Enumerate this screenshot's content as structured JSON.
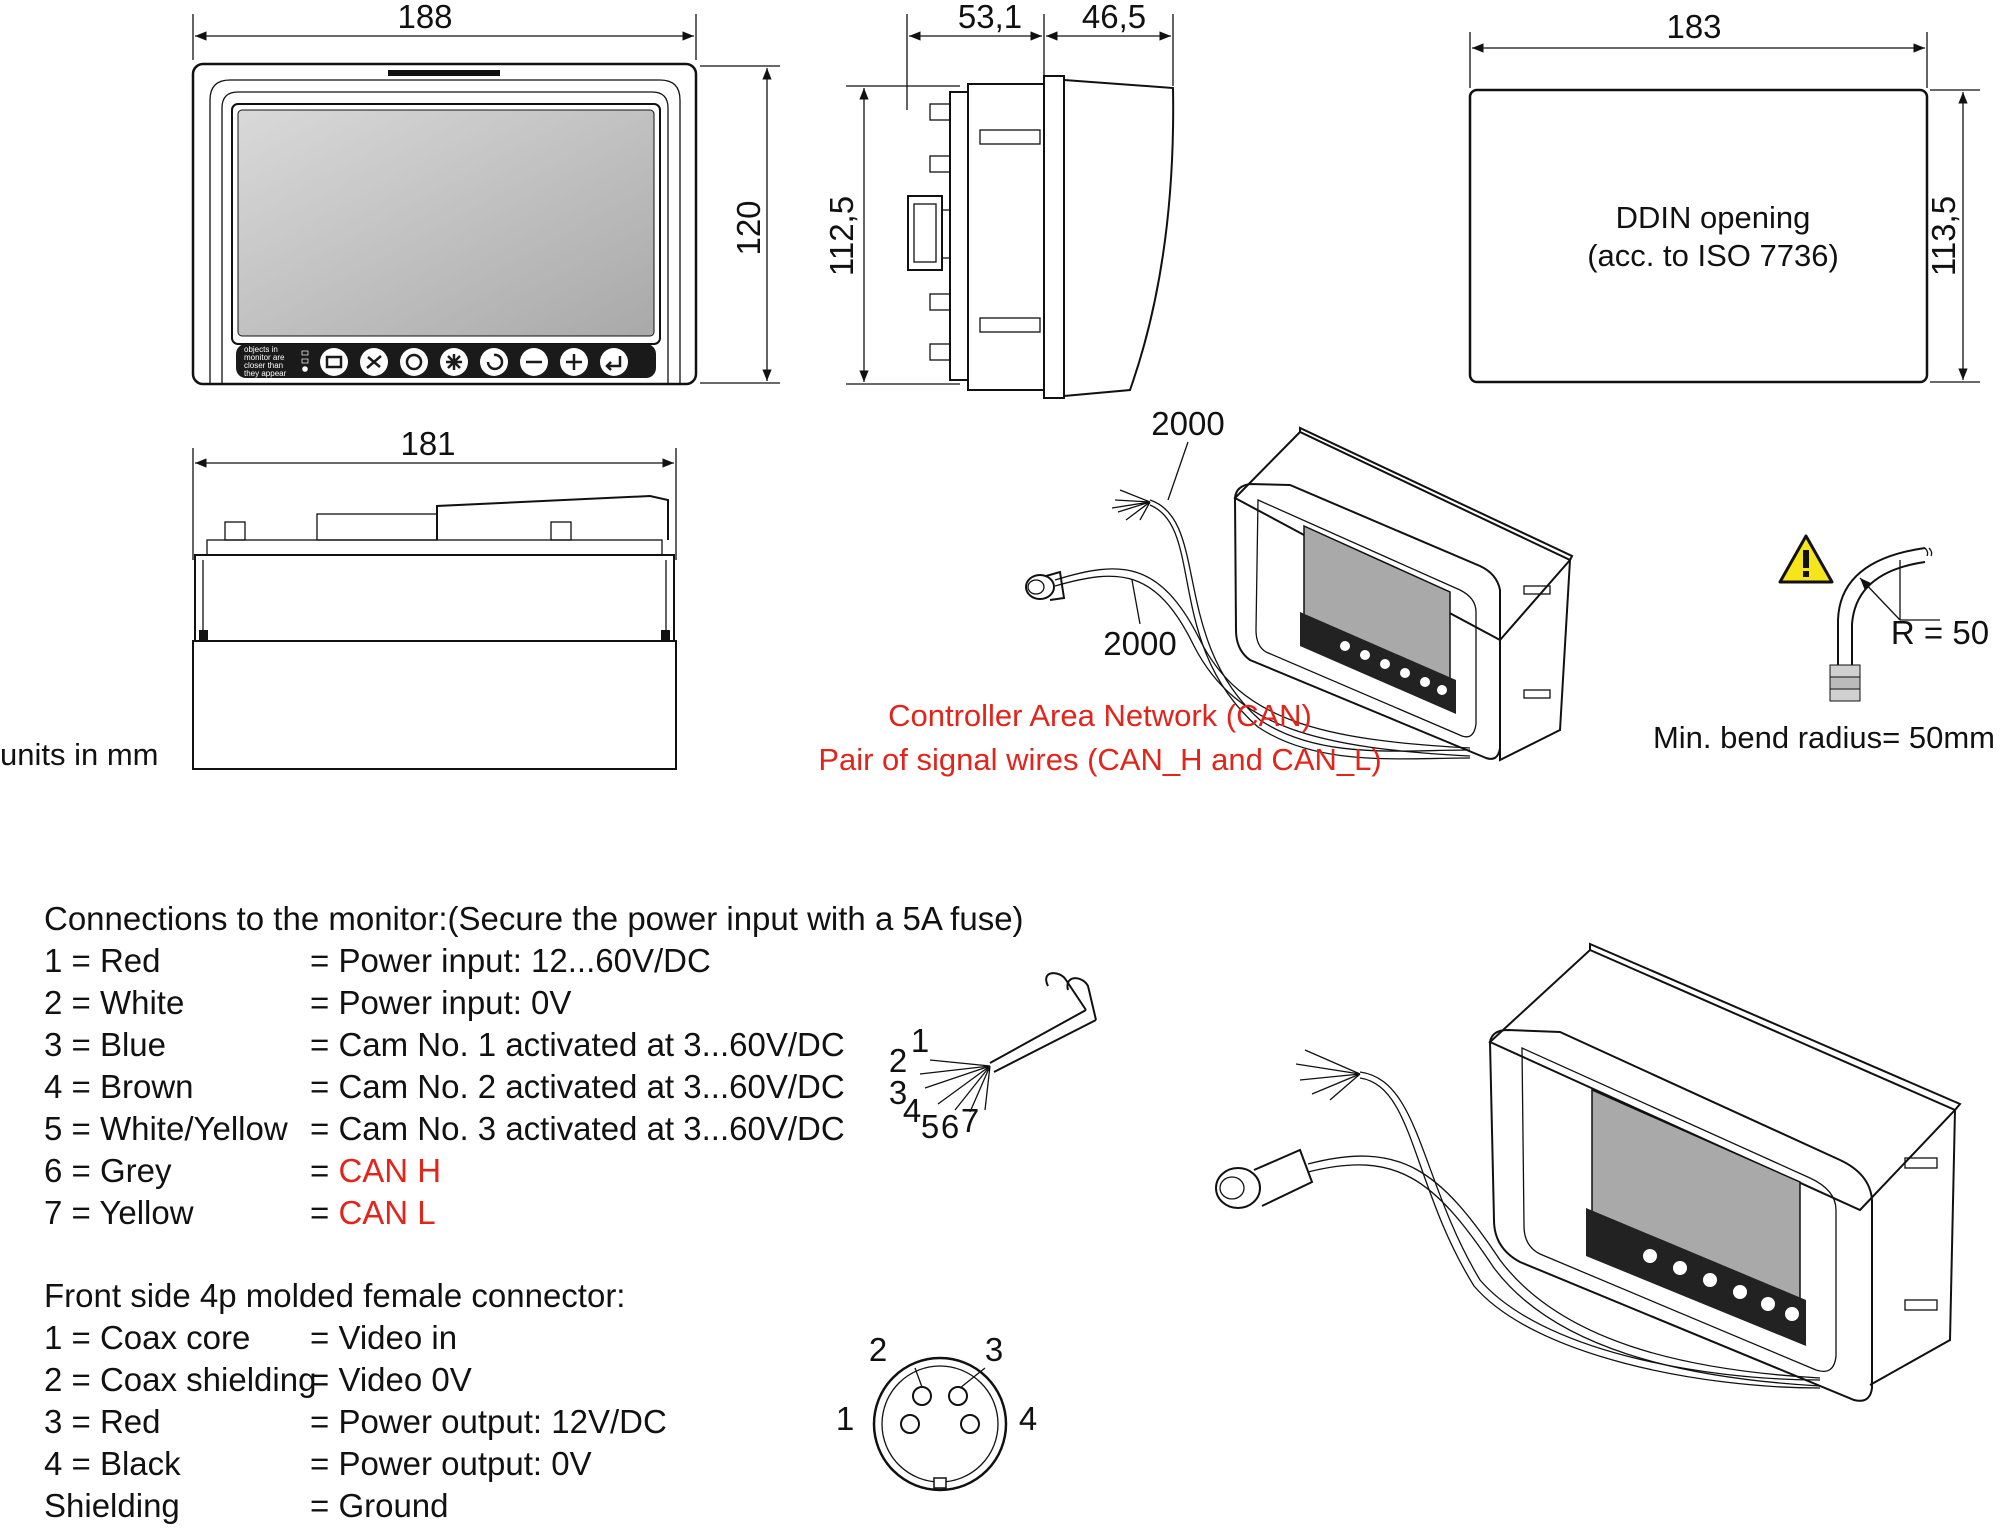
{
  "dimensions": {
    "front_width": "188",
    "front_height": "120",
    "side_depth_a": "53,1",
    "side_depth_b": "46,5",
    "side_height": "112,5",
    "opening_width": "183",
    "opening_height": "113,5",
    "top_width": "181",
    "cable_length_1": "2000",
    "cable_length_2": "2000",
    "bend_radius": "R = 50"
  },
  "labels": {
    "units": "units in mm",
    "opening_title": "DDIN opening",
    "opening_subtitle": "(acc. to ISO 7736)",
    "can_line1": "Controller Area Network (CAN)",
    "can_line2": "Pair of signal wires (CAN_H and CAN_L)",
    "min_bend": "Min. bend radius= 50mm",
    "monitor_text": [
      "objects in",
      "monitor are",
      "closer than",
      "they appear"
    ]
  },
  "connections": {
    "heading": "Connections to the monitor:(Secure the power input with a 5A fuse)",
    "rows": [
      {
        "wire": "1 = Red",
        "function": "= Power input: 12...60V/DC",
        "highlight": false
      },
      {
        "wire": "2 = White",
        "function": "= Power input: 0V",
        "highlight": false
      },
      {
        "wire": "3 = Blue",
        "function": "= Cam No. 1 activated at 3...60V/DC",
        "highlight": false
      },
      {
        "wire": "4 = Brown",
        "function": "= Cam No. 2 activated at 3...60V/DC",
        "highlight": false
      },
      {
        "wire": "5 = White/Yellow",
        "function": "= Cam No. 3 activated at 3...60V/DC",
        "highlight": false
      },
      {
        "wire": "6 = Grey",
        "function_prefix": "= ",
        "function": "CAN H",
        "highlight": true
      },
      {
        "wire": "7 = Yellow",
        "function_prefix": "= ",
        "function": "CAN L",
        "highlight": true
      }
    ],
    "wire_numbers": [
      "1",
      "2",
      "3",
      "4",
      "5",
      "6",
      "7"
    ]
  },
  "connector": {
    "heading": "Front side 4p molded female connector:",
    "rows": [
      {
        "pin": "1 = Coax core",
        "function": "= Video in"
      },
      {
        "pin": "2 = Coax shielding",
        "function": "= Video 0V"
      },
      {
        "pin": "3 = Red",
        "function": "= Power output: 12V/DC"
      },
      {
        "pin": "4 = Black",
        "function": "= Power output: 0V"
      },
      {
        "pin": "Shielding",
        "function": "= Ground"
      }
    ],
    "pin_numbers": [
      "1",
      "2",
      "3",
      "4"
    ]
  },
  "colors": {
    "accent_red": "#e1251b",
    "warning_yellow": "#f7e51c",
    "line": "#111111"
  }
}
